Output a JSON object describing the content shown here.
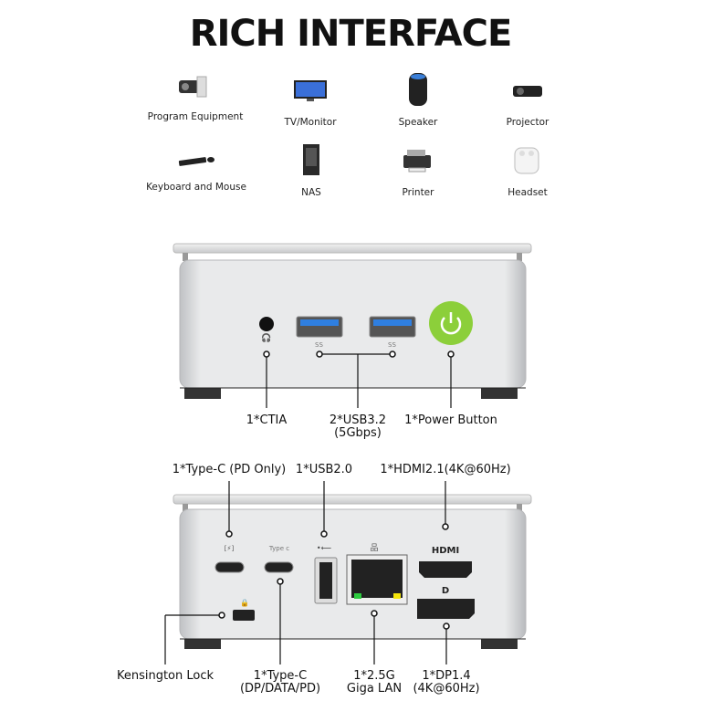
{
  "title": "RICH INTERFACE",
  "devices": [
    {
      "label": "Program Equipment",
      "icon": "camera-icon"
    },
    {
      "label": "TV/Monitor",
      "icon": "monitor-icon"
    },
    {
      "label": "Speaker",
      "icon": "speaker-icon"
    },
    {
      "label": "Projector",
      "icon": "projector-icon"
    },
    {
      "label": "Keyboard and Mouse",
      "icon": "keyboard-icon"
    },
    {
      "label": "NAS",
      "icon": "nas-icon"
    },
    {
      "label": "Printer",
      "icon": "printer-icon"
    },
    {
      "label": "Headset",
      "icon": "earbuds-icon"
    }
  ],
  "front": {
    "ctia": "1*CTIA",
    "usb_line1": "2*USB3.2",
    "usb_line2": "(5Gbps)",
    "power": "1*Power Button",
    "ss_mark": "SS"
  },
  "back": {
    "typec_pd": "1*Type-C (PD Only)",
    "usb2": "1*USB2.0",
    "hdmi": "1*HDMI2.1(4K@60Hz)",
    "kensington": "Kensington Lock",
    "typec_line1": "1*Type-C",
    "typec_line2": "(DP/DATA/PD)",
    "lan_line1": "1*2.5G",
    "lan_line2": "Giga LAN",
    "dp_line1": "1*DP1.4",
    "dp_line2": "(4K@60Hz)",
    "hdmi_logo": "HDMI",
    "typec_mark": "Type c",
    "dp_logo": "D"
  },
  "colors": {
    "power_green": "#8ccf3a",
    "usb_blue": "#2f7fe0",
    "led_green": "#2ecc40",
    "led_yellow": "#f5e50a"
  }
}
